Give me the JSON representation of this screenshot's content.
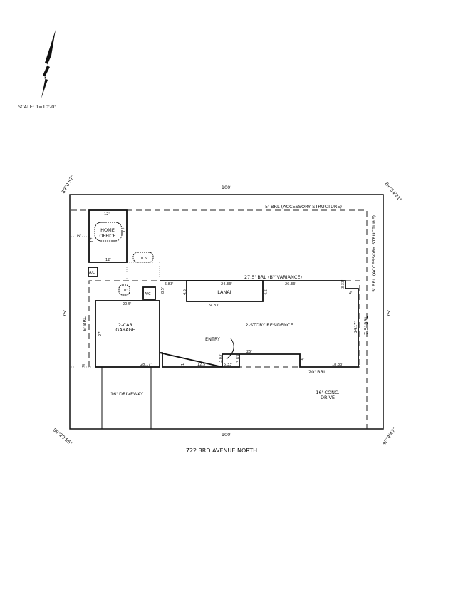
{
  "scale": "SCALE: 1=10'-0\"",
  "bearings": {
    "top_left": "89°0'57\"",
    "top_right": "89°54'21\"",
    "bottom_left": "89°29'55\"",
    "bottom_right": "90°4'47\""
  },
  "lot": {
    "top": "100'",
    "bottom": "100'",
    "left": "75'",
    "right": "75'"
  },
  "setbacks": {
    "top": "5' BRL (ACCESSORY STRUCTURE)",
    "right_accessory": "5' BRL (ACCESSORY STRUCTURE)",
    "rear_variance": "27.5' BRL (BY VARIANCE)",
    "left": "6' BRL",
    "right": "7.5' BRL",
    "front": "20' BRL"
  },
  "home_office": {
    "label_1": "HOME",
    "label_2": "OFFICE",
    "top": "12'",
    "bottom": "12'",
    "right": "17'",
    "left": "17'",
    "offset": "6'"
  },
  "ac": "A/C",
  "clouds": {
    "dist_1": "10.5'",
    "dist_2": "10'"
  },
  "garage": {
    "label_1": "2-CAR",
    "label_2": "GARAGE",
    "top": "20.5'",
    "left": "27'",
    "bottom": "28.17'",
    "offset": "8'"
  },
  "lanai": {
    "label": "LANAI",
    "top": "24.33'",
    "bottom": "24.33'",
    "left": "4.5'",
    "right": "4.5'"
  },
  "residence": {
    "label": "2-STORY RESIDENCE",
    "entry": "ENTRY",
    "dims": {
      "a": "5.83'",
      "b": "26.33'",
      "c": "3.33'",
      "d": "4'",
      "e": "24.17'",
      "f": "25'",
      "g": "4'",
      "h": "18.33'",
      "i": "12.5'",
      "j": "1'",
      "k": "5.33'",
      "l": "3.83'",
      "m": "3.83'",
      "n": "8.5'"
    }
  },
  "driveway": "16' DRIVEWAY",
  "conc_drive": {
    "line_1": "16' CONC.",
    "line_2": "DRIVE"
  },
  "address": "722 3RD AVENUE NORTH"
}
